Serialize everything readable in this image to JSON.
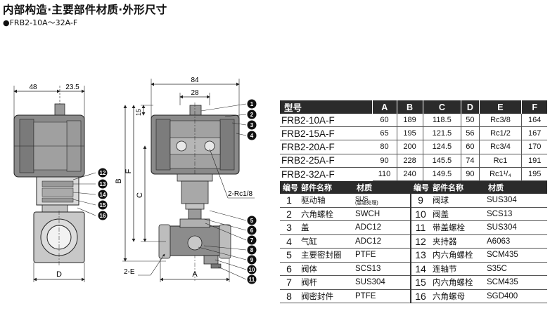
{
  "header": {
    "title": "内部构造·主要部件材质·外形尺寸",
    "subtitle": "●FRB2-10A～32A-F"
  },
  "drawing": {
    "side_dims": [
      "48",
      "23.5"
    ],
    "front_dims": [
      "84",
      "28"
    ],
    "labels": {
      "dim_15": "15",
      "dim_F": "F",
      "dim_B": "B",
      "dim_C": "C",
      "dim_A": "A",
      "dim_D": "D",
      "dim_2E": "2-E",
      "port": "2-Rc1/8"
    },
    "callouts": [
      "1",
      "2",
      "3",
      "4",
      "5",
      "6",
      "7",
      "8",
      "9",
      "10",
      "11",
      "12",
      "13",
      "14",
      "15",
      "16"
    ]
  },
  "dim_table": {
    "headers": [
      "型号",
      "A",
      "B",
      "C",
      "D",
      "E",
      "F"
    ],
    "rows": [
      [
        "FRB2-10A-F",
        "60",
        "189",
        "118.5",
        "50",
        "Rc3/8",
        "164"
      ],
      [
        "FRB2-15A-F",
        "65",
        "195",
        "121.5",
        "56",
        "Rc1/2",
        "167"
      ],
      [
        "FRB2-20A-F",
        "80",
        "200",
        "124.5",
        "60",
        "Rc3/4",
        "170"
      ],
      [
        "FRB2-25A-F",
        "90",
        "228",
        "145.5",
        "74",
        "Rc1",
        "191"
      ],
      [
        "FRB2-32A-F",
        "110",
        "240",
        "149.5",
        "90",
        "Rc1¹/₄",
        "195"
      ]
    ]
  },
  "parts_table": {
    "headers": [
      "编号",
      "部件名称",
      "材质",
      "编号",
      "部件名称",
      "材质"
    ],
    "rows": [
      {
        "no1": "1",
        "name1": "驱动轴",
        "mat1": "SUS(镀铬处理)",
        "no2": "9",
        "name2": "阀球",
        "mat2": "SUS304"
      },
      {
        "no1": "2",
        "name1": "六角螺栓",
        "mat1": "SWCH",
        "no2": "10",
        "name2": "阀盖",
        "mat2": "SCS13"
      },
      {
        "no1": "3",
        "name1": "盖",
        "mat1": "ADC12",
        "no2": "11",
        "name2": "带盖螺栓",
        "mat2": "SUS304"
      },
      {
        "no1": "4",
        "name1": "气缸",
        "mat1": "ADC12",
        "no2": "12",
        "name2": "夹持器",
        "mat2": "A6063"
      },
      {
        "no1": "5",
        "name1": "主要密封圈",
        "mat1": "PTFE",
        "no2": "13",
        "name2": "内六角螺栓",
        "mat2": "SCM435"
      },
      {
        "no1": "6",
        "name1": "阀体",
        "mat1": "SCS13",
        "no2": "14",
        "name2": "连轴节",
        "mat2": "S35C"
      },
      {
        "no1": "7",
        "name1": "阀杆",
        "mat1": "SUS304",
        "no2": "15",
        "name2": "内六角螺栓",
        "mat2": "SCM435"
      },
      {
        "no1": "8",
        "name1": "阀密封件",
        "mat1": "PTFE",
        "no2": "16",
        "name2": "六角螺母",
        "mat2": "SGD400"
      }
    ],
    "row1_mat_top": "SUS",
    "row1_mat_note": "(镀铬处理)"
  },
  "colors": {
    "body_fill": "#8a8a8a",
    "light_fill": "#c8c8c8",
    "header_bg": "#2b2b2b"
  }
}
